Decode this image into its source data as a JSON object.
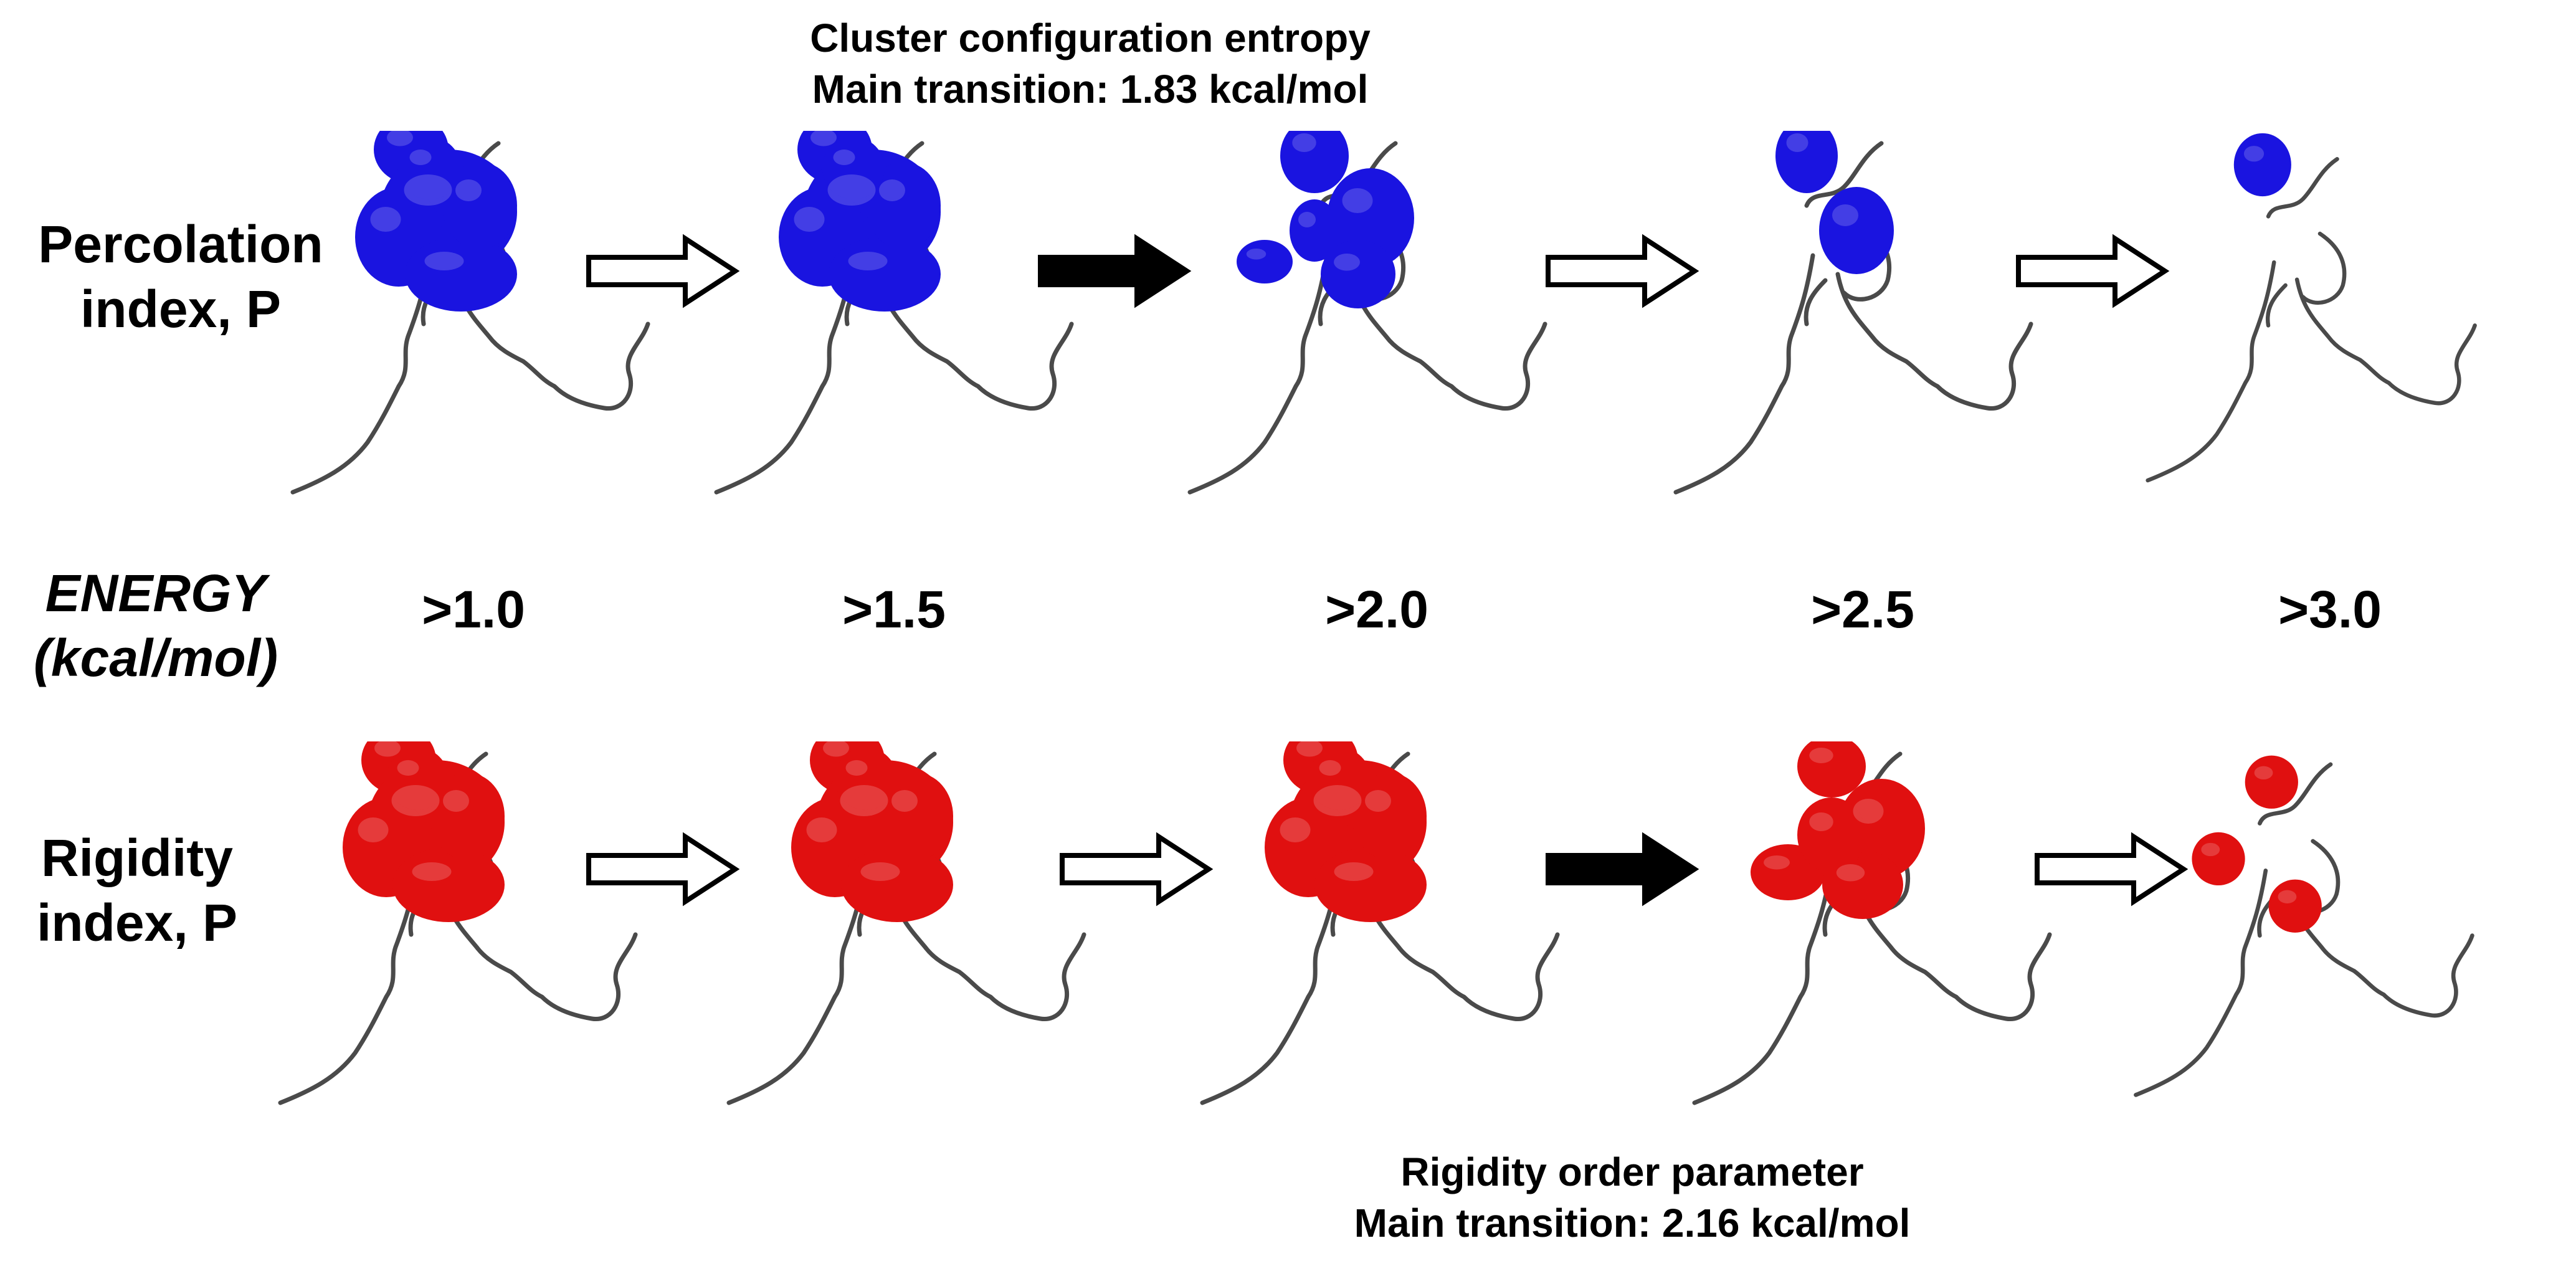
{
  "top_caption": {
    "line1": "Cluster configuration entropy",
    "line2": "Main transition: 1.83 kcal/mol"
  },
  "bottom_caption": {
    "line1": "Rigidity order parameter",
    "line2": "Main transition: 2.16 kcal/mol"
  },
  "row_labels": {
    "top": [
      "Percolation",
      "index, P"
    ],
    "bottom": [
      "Rigidity",
      "index, P"
    ],
    "energy": [
      "ENERGY",
      "(kcal/mol)"
    ]
  },
  "energy_values": [
    ">1.0",
    ">1.5",
    ">2.0",
    ">2.5",
    ">3.0"
  ],
  "colors": {
    "percolation_cluster": "#1a14e0",
    "rigidity_cluster": "#e01010",
    "backbone": "#4a4a4a",
    "main_transition_arrow": "#000000",
    "transition_arrow": "#ffffff"
  },
  "arrows": {
    "top": [
      "open",
      "filled",
      "open",
      "open"
    ],
    "bottom": [
      "open",
      "open",
      "filled",
      "open"
    ]
  }
}
